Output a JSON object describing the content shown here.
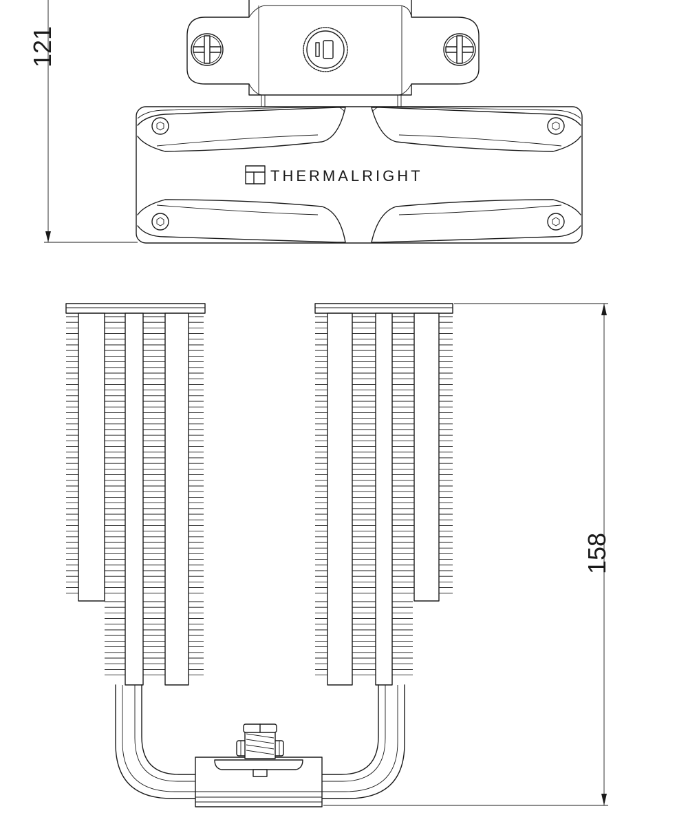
{
  "dimensions": {
    "top_height": "121",
    "bottom_height": "158"
  },
  "brand": {
    "name": "THERMALRIGHT"
  },
  "knob_label": "i0",
  "colors": {
    "line": "#1a1a1a",
    "background": "#ffffff"
  }
}
